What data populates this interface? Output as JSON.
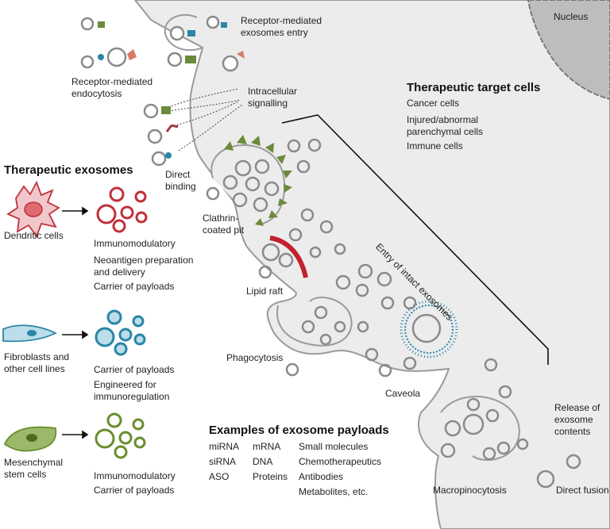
{
  "nucleus": "Nucleus",
  "target": {
    "title": "Therapeutic target cells",
    "items": [
      "Cancer cells",
      "Injured/abnormal parenchymal cells",
      "Immune cells"
    ]
  },
  "entry": {
    "receptor_entry": "Receptor-mediated exosomes entry",
    "receptor_endocytosis": "Receptor-mediated endocytosis",
    "intracellular_signalling": "Intracellular signalling",
    "direct_binding": "Direct binding",
    "clathrin": "Clathrin-coated pit",
    "lipid_raft": "Lipid raft",
    "phagocytosis": "Phagocytosis",
    "caveola": "Caveola",
    "macropinocytosis": "Macropinocytosis",
    "direct_fusion": "Direct fusion",
    "release": "Release of exosome contents",
    "intact": "Entry of intact exosomes"
  },
  "therapeutic": {
    "title": "Therapeutic exosomes",
    "sources": [
      {
        "cell": "Dendritic cells",
        "uses": [
          "Immunomodulatory",
          "Neoantigen preparation and delivery",
          "Carrier of payloads"
        ],
        "color": "#c0313a"
      },
      {
        "cell": "Fibroblasts and other cell lines",
        "uses": [
          "Carrier of payloads",
          "Engineered for immunoregulation"
        ],
        "color": "#2a86a8"
      },
      {
        "cell": "Mesenchymal stem cells",
        "uses": [
          "Immunomodulatory",
          "Carrier of payloads"
        ],
        "color": "#6a8e2e"
      }
    ]
  },
  "payloads": {
    "title": "Examples of exosome payloads",
    "col1": [
      "miRNA",
      "siRNA",
      "ASO"
    ],
    "col2": [
      "mRNA",
      "DNA",
      "Proteins"
    ],
    "col3": [
      "Small molecules",
      "Chemotherapeutics",
      "Antibodies",
      "Metabolites, etc."
    ]
  }
}
